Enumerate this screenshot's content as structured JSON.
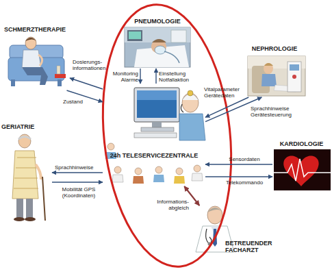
{
  "diagram": {
    "nodes": [
      {
        "text": [
          "PNEUMOLOGIE"
        ]
      },
      {
        "text": [
          "SCHMERZTHERAPIE"
        ]
      },
      {
        "text": [
          "NEPHROLOGIE"
        ]
      },
      {
        "text": [
          "GERIATRIE"
        ]
      },
      {
        "text": [
          "KARDIOLOGIE"
        ]
      },
      {
        "text": [
          "24h TELESERVICEZENTRALE"
        ]
      },
      {
        "text": [
          "BETREUENDER FACHARZT"
        ]
      }
    ],
    "edges": [
      {
        "from": 0,
        "to": 5,
        "label": "Monitoring Alarme",
        "arrow": "to"
      },
      {
        "from": 5,
        "to": 0,
        "label": "Einstellung Notfallaktion",
        "arrow": "to"
      },
      {
        "from": 5,
        "to": 1,
        "label": "Dosierungs- informationen",
        "arrow": "to"
      },
      {
        "from": 1,
        "to": 5,
        "label": "Zustand",
        "arrow": "to"
      },
      {
        "from": 2,
        "to": 5,
        "label": "Vitalparameter Gerätedaten",
        "arrow": "to"
      },
      {
        "from": 5,
        "to": 2,
        "label": "Sprachhinweise Gerätesteuerung",
        "arrow": "to"
      },
      {
        "from": 5,
        "to": 3,
        "label": "Sprachhinweise",
        "arrow": "to"
      },
      {
        "from": 3,
        "to": 5,
        "label": "Mobilität GPS (Koordinaten)",
        "arrow": "to"
      },
      {
        "from": 4,
        "to": 5,
        "label": "Sensordaten",
        "arrow": "to"
      },
      {
        "from": 5,
        "to": 4,
        "label": "Telekommando",
        "arrow": "to"
      },
      {
        "from": 6,
        "to": 5,
        "label": "Informations- abgleich",
        "arrow": "both"
      }
    ]
  }
}
